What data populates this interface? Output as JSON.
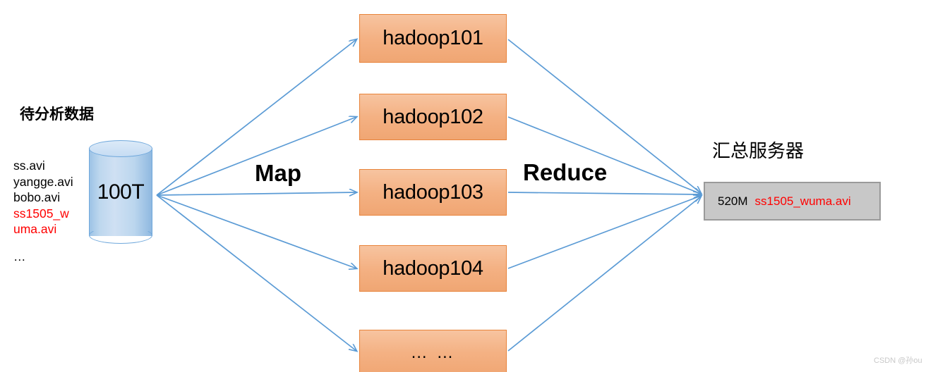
{
  "diagram": {
    "source": {
      "title": "待分析数据",
      "files": [
        {
          "name": "ss.avi",
          "highlight": false
        },
        {
          "name": "yangge.avi",
          "highlight": false
        },
        {
          "name": "bobo.avi",
          "highlight": false
        },
        {
          "name": "ss1505_w",
          "highlight": true
        },
        {
          "name": "uma.avi",
          "highlight": true
        }
      ],
      "more": "…",
      "storage_label": "100T"
    },
    "stages": {
      "map_label": "Map",
      "reduce_label": "Reduce"
    },
    "nodes": [
      {
        "label": "hadoop101"
      },
      {
        "label": "hadoop102"
      },
      {
        "label": "hadoop103"
      },
      {
        "label": "hadoop104"
      },
      {
        "label": "… …"
      }
    ],
    "aggregator": {
      "title": "汇总服务器",
      "size": "520M",
      "file": "ss1505_wuma.avi"
    },
    "watermark": "CSDN @孙ou",
    "colors": {
      "node_fill": "#F4B183",
      "node_border": "#E8833A",
      "cylinder_fill": "#BDD7EE",
      "cylinder_border": "#6FA8DC",
      "arrow": "#5B9BD5",
      "aggregator_fill": "#C8C8C8",
      "aggregator_border": "#9A9A9A",
      "highlight_text": "#FF0000"
    }
  }
}
